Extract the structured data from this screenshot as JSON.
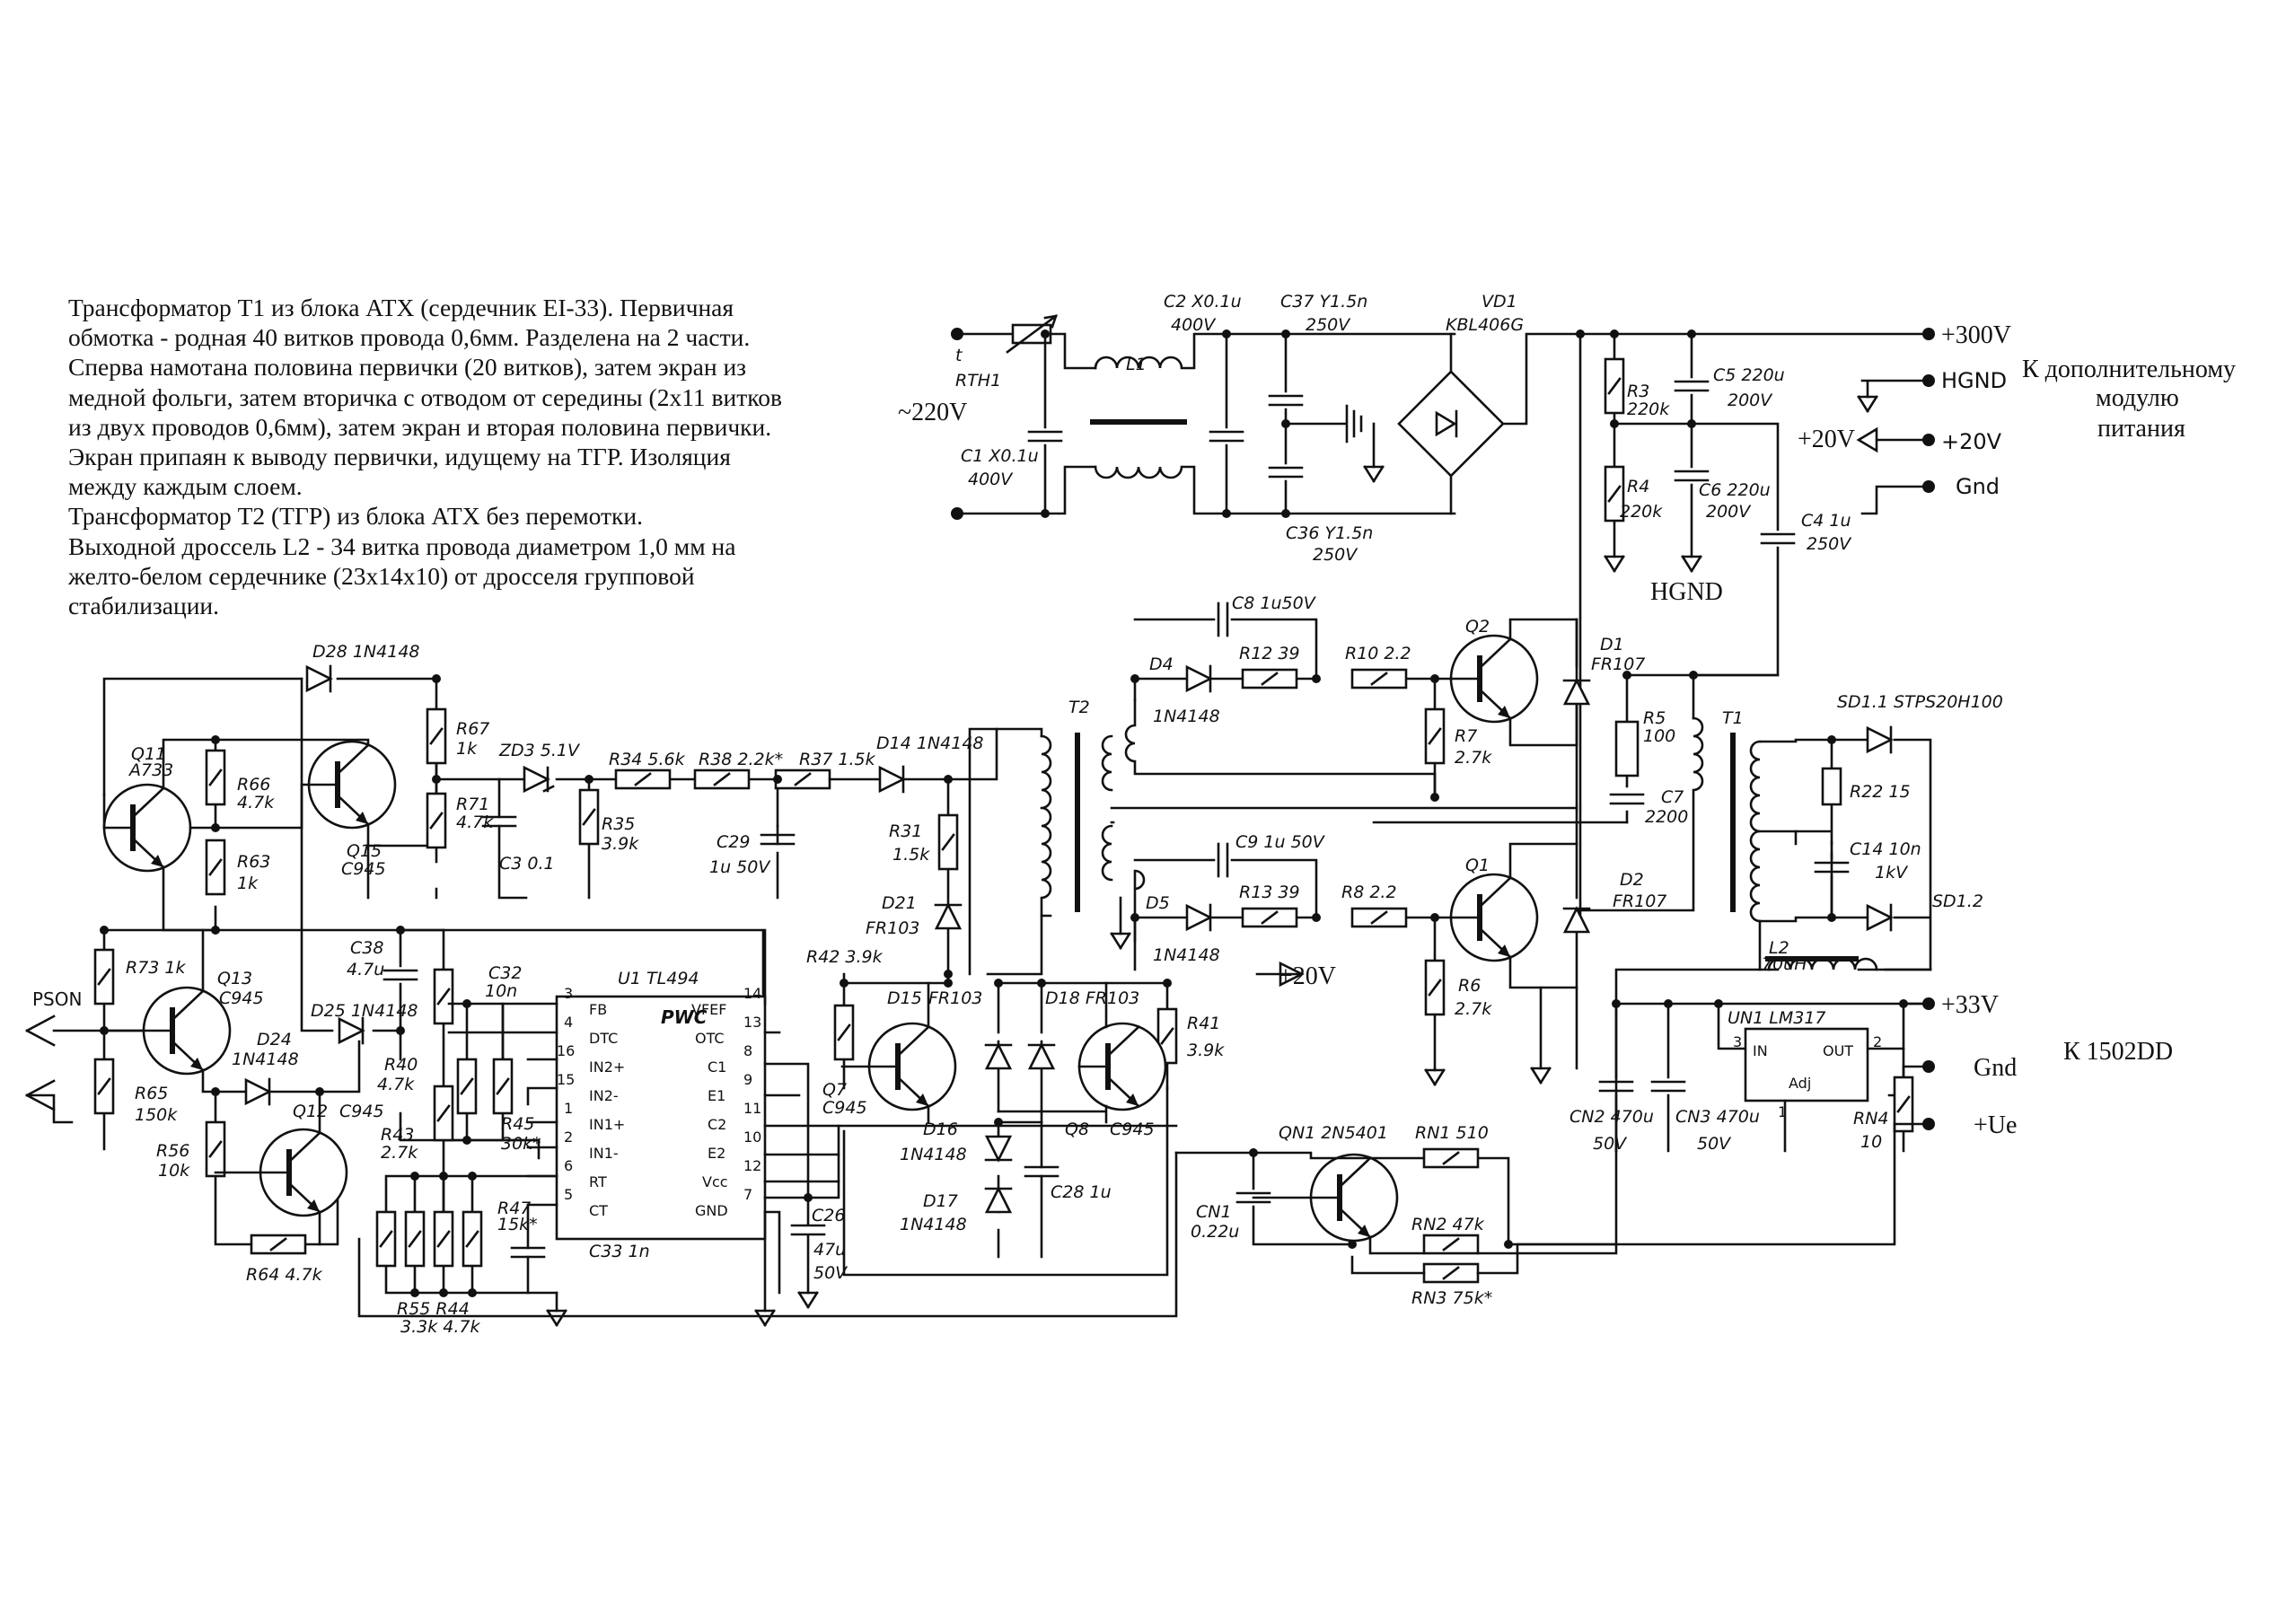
{
  "description": [
    "Трансформатор Т1 из блока АТХ (сердечник EI-33). Первичная",
    "обмотка - родная 40 витков провода 0,6мм. Разделена на 2 части.",
    "Сперва намотана половина первички (20 витков), затем экран из",
    "медной фольги, затем вторичка с отводом от середины (2х11 витков",
    "из двух проводов 0,6мм), затем экран и вторая половина первички.",
    "Экран припаян к выводу первички, идущему на ТГР. Изоляция",
    "между каждым слоем.",
    "Трансформатор Т2 (ТГР)  из блока АТХ без перемотки.",
    "Выходной дроссель L2 - 34 витка провода диаметром 1,0 мм на",
    "желто-белом сердечнике (23х14х10) от дросселя групповой",
    "стабилизации."
  ],
  "power_labels": {
    "ac_input": "~220V",
    "plus_300v": "+300V",
    "hgnd": "HGND",
    "plus_20v": "+20V",
    "gnd": "Gnd",
    "hgnd_bottom": "HGND",
    "plus_20v_mid": "+20V",
    "plus_33v": "+33V",
    "gnd_out": "Gnd",
    "plus_ue": "+Ue",
    "pson": "PSON",
    "extra_module": [
      "К дополнительному",
      "модулю",
      "питания"
    ],
    "module_name": "К 1502DD"
  },
  "input_stage": {
    "rth1": "RTH1",
    "rth1_t": "t",
    "c2": "C2  X0.1u",
    "c2_v": "400V",
    "c1": "C1  X0.1u",
    "c1_v": "400V",
    "l1": "L1",
    "c37": "C37 Y1.5n",
    "c37_v": "250V",
    "c36": "C36 Y1.5n",
    "c36_v": "250V",
    "vd1": "VD1",
    "vd1_part": "KBL406G",
    "r3": "R3",
    "r3_v": "220k",
    "r4": "R4",
    "r4_v": "220k",
    "c5": "C5  220u",
    "c5_v": "200V",
    "c6": "C6  220u",
    "c6_v": "200V",
    "c4": "C4  1u",
    "c4_v": "250V"
  },
  "half_bridge": {
    "c8": "C8  1u50V",
    "d4": "D4",
    "d4_part": "1N4148",
    "r12": "R12 39",
    "r10": "R10 2.2",
    "q2": "Q2",
    "d1": "D1",
    "d1_part": "FR107",
    "r7": "R7",
    "r7_v": "2.7k",
    "r5": "R5",
    "r5_v": "100",
    "c7": "C7",
    "c7_v": "2200",
    "c9": "C9  1u 50V",
    "d5": "D5",
    "d5_part": "1N4148",
    "r13": "R13 39",
    "r8": "R8  2.2",
    "q1": "Q1",
    "d2": "D2",
    "d2_part": "FR107",
    "r6": "R6",
    "r6_v": "2.7k",
    "t2": "T2",
    "t1": "T1"
  },
  "output_stage": {
    "sd11": "SD1.1  STPS20H100",
    "r22": "R22  15",
    "c14": "C14  10n",
    "c14_v": "1kV",
    "sd12": "SD1.2",
    "l2": "L2",
    "l2_v": "70uH",
    "un1": "UN1  LM317",
    "un1_in": "IN",
    "un1_out": "OUT",
    "un1_adj": "Adj",
    "un1_pin3": "3",
    "un1_pin2": "2",
    "un1_pin1": "1",
    "cn2": "CN2  470u",
    "cn2_v": "50V",
    "cn3": "CN3  470u",
    "cn3_v": "50V",
    "rn4": "RN4",
    "rn4_v": "10",
    "qn1": "QN1  2N5401",
    "rn1": "RN1  510",
    "cn1": "CN1",
    "cn1_v": "0.22u",
    "rn2": "RN2  47k",
    "rn3": "RN3  75k*"
  },
  "control": {
    "d28": "D28  1N4148",
    "q11": "Q11",
    "q11_part": "A733",
    "r66": "R66",
    "r66_v": "4.7k",
    "r63": "R63",
    "r63_v": "1k",
    "q15": "Q15",
    "q15_part": "C945",
    "r67": "R67",
    "r67_v": "1k",
    "r71": "R71",
    "r71_v": "4.7k",
    "zd3": "ZD3  5.1V",
    "c3": "C3   0.1",
    "r35": "R35",
    "r35_v": "3.9k",
    "r34": "R34  5.6k",
    "r38": "R38  2.2k*",
    "r37": "R37  1.5k",
    "d14": "D14  1N4148",
    "c29": "C29",
    "c29_v": "1u 50V",
    "r31": "R31",
    "r31_v": "1.5k",
    "d21": "D21",
    "d21_part": "FR103",
    "r73": "R73  1k",
    "q13": "Q13",
    "q13_part": "C945",
    "r65": "R65",
    "r65_v": "150k",
    "d25": "D25  1N4148",
    "d24": "D24",
    "d24_part": "1N4148",
    "r56": "R56",
    "r56_v": "10k",
    "q12": "Q12",
    "q12_part": "C945",
    "r64": "R64 4.7k",
    "c38": "C38",
    "c38_v": "4.7u",
    "r40": "R40",
    "r40_v": "4.7k",
    "c32": "C32",
    "c32_v": "10n",
    "r45": "R45",
    "r45_v": "30k*",
    "r43": "R43",
    "r43_v": "2.7k",
    "r47": "R47",
    "r47_v": "15k*",
    "r55": "R55  R44",
    "r55_v": "3.3k  4.7k",
    "c33": "C33  1n",
    "u1": "U1  TL494",
    "u1_pwc": "PWC",
    "u1_pins_left": [
      "FB",
      "DTC",
      "IN2+",
      "IN2-",
      "IN1+",
      "IN1-",
      "RT",
      "CT"
    ],
    "u1_pinnums_left": [
      "3",
      "4",
      "16",
      "15",
      "1",
      "2",
      "6",
      "5"
    ],
    "u1_pins_right": [
      "VFEF",
      "OTC",
      "C1",
      "E1",
      "C2",
      "E2",
      "Vcc",
      "GND"
    ],
    "u1_pinnums_right": [
      "14",
      "13",
      "8",
      "9",
      "11",
      "10",
      "12",
      "7"
    ],
    "c26": "C26",
    "c26_v": "47u",
    "c26_v2": "50V",
    "r42": "R42  3.9k",
    "d15": "D15",
    "d15_part": "FR103",
    "d18": "D18  FR103",
    "r41": "R41",
    "r41_v": "3.9k",
    "q7": "Q7",
    "q7_part": "C945",
    "q8": "Q8",
    "q8_part": "C945",
    "d16": "D16",
    "d16_part": "1N4148",
    "d17": "D17",
    "d17_part": "1N4148",
    "c28": "C28  1u"
  }
}
